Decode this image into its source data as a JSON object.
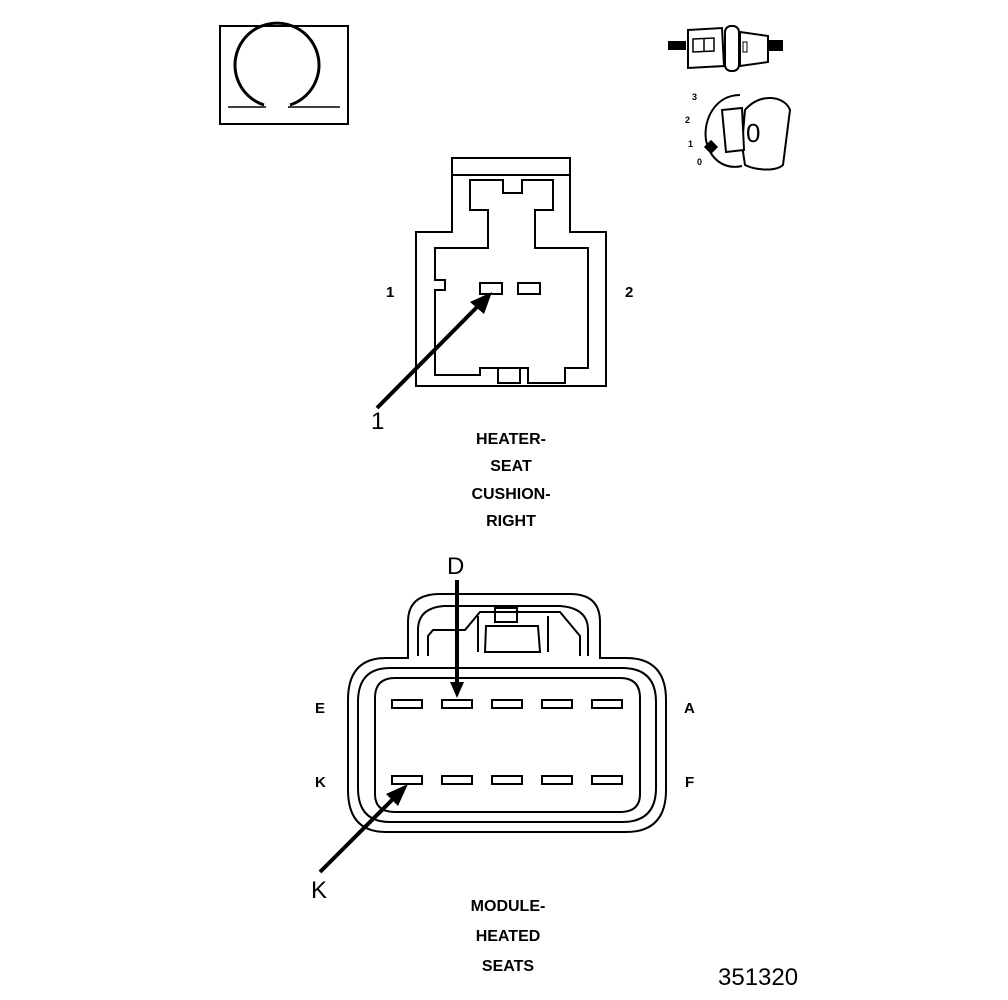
{
  "diagram": {
    "connector_top": {
      "caption_lines": [
        "HEATER-",
        "SEAT",
        "CUSHION-",
        "RIGHT"
      ],
      "pin_left": "1",
      "pin_right": "2",
      "callout": "1"
    },
    "connector_bottom": {
      "caption_lines": [
        "MODULE-",
        "HEATED",
        "SEATS"
      ],
      "pin_top_left": "E",
      "pin_top_right": "A",
      "pin_bottom_left": "K",
      "pin_bottom_right": "F",
      "callout_top": "D",
      "callout_bottom": "K"
    },
    "ohmmeter_icon": "ohm-symbol-icon",
    "test_icon": "test-lamp-connector-icon",
    "ignition": {
      "icon": "ignition-key-icon",
      "positions": [
        "3",
        "2",
        "1",
        "0"
      ],
      "key_label": "0"
    },
    "figure_number": "351320"
  }
}
